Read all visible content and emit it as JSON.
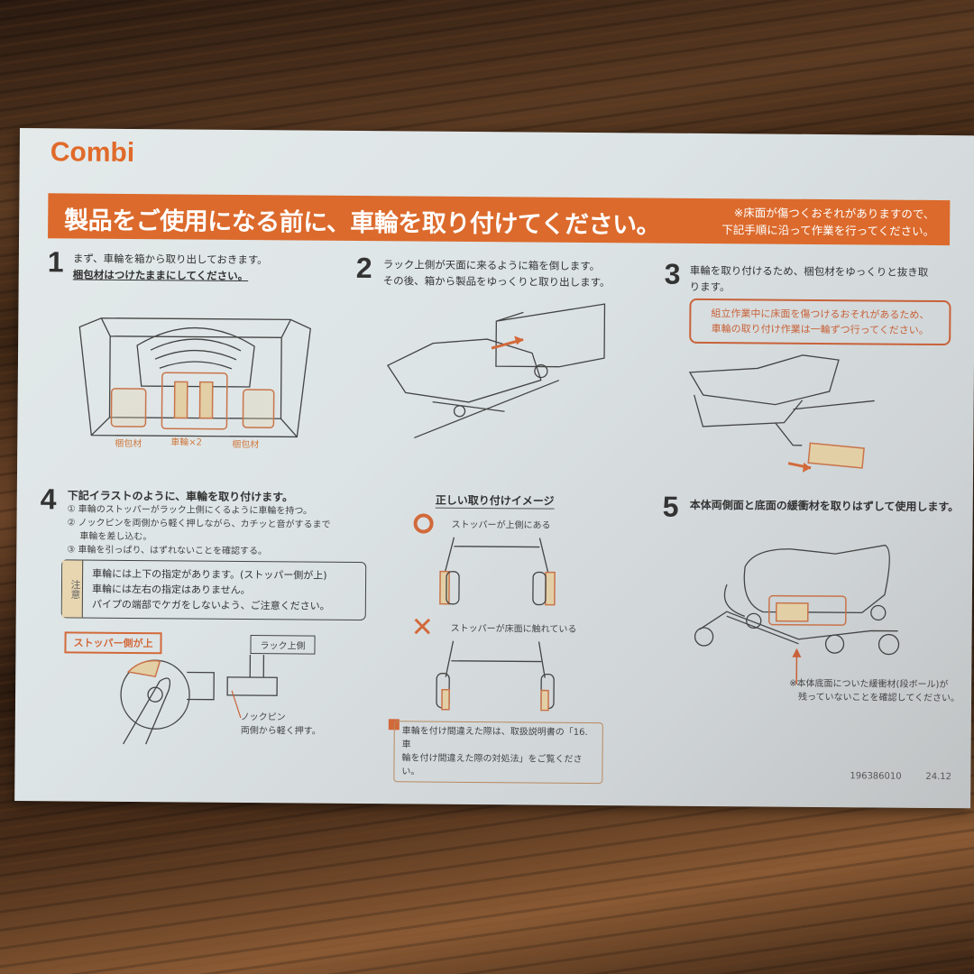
{
  "brand": {
    "logo": "Combi"
  },
  "banner": {
    "title": "製品をご使用になる前に、車輪を取り付けてください。",
    "note_line1": "※床面が傷つくおそれがありますので、",
    "note_line2": "下記手順に沿って作業を行ってください。"
  },
  "step1": {
    "number": "1",
    "line1": "まず、車輪を箱から取り出しておきます。",
    "line2": "梱包材はつけたままにしてください。",
    "labels": {
      "packing_left": "梱包材",
      "wheels": "車輪×2",
      "packing_right": "梱包材"
    }
  },
  "step2": {
    "number": "2",
    "line1": "ラック上側が天面に来るように箱を倒します。",
    "line2": "その後、箱から製品をゆっくりと取り出します。"
  },
  "step3": {
    "number": "3",
    "line1": "車輪を取り付けるため、梱包材をゆっくりと抜き取",
    "line2": "ります。",
    "warning_line1": "組立作業中に床面を傷つけるおそれがあるため、",
    "warning_line2": "車輪の取り付け作業は一輪ずつ行ってください。"
  },
  "step4": {
    "number": "4",
    "title": "下記イラストのように、車輪を取り付けます。",
    "sub1": "① 車輪のストッパーがラック上側にくるように車輪を持つ。",
    "sub2a": "② ノックピンを両側から軽く押しながら、カチッと音がするまで",
    "sub2b": "車輪を差し込む。",
    "sub3": "③ 車輪を引っぱり、はずれないことを確認する。",
    "caution": {
      "label": "注意",
      "line1": "車輪には上下の指定があります。(ストッパー側が上)",
      "line2": "車輪には左右の指定はありません。",
      "line3": "パイプの端部でケガをしないよう、ご注意ください。"
    },
    "tag_stopper": "ストッパー側が上",
    "tag_rack": "ラック上側",
    "knock_pin1": "ノックピン",
    "knock_pin2": "両側から軽く押す。"
  },
  "correct_image": {
    "title": "正しい取り付けイメージ",
    "ok_text": "ストッパーが上側にある",
    "ng_text": "ストッパーが床面に触れている",
    "tip_line1": "車輪を付け間違えた際は、取扱説明書の「16.車",
    "tip_line2": "輪を付け間違えた際の対処法」をご覧ください。"
  },
  "step5": {
    "number": "5",
    "title": "本体両側面と底面の緩衝材を取りはずして使用します。",
    "note_line1": "※本体底面についた緩衝材(段ボール)が",
    "note_line2": "残っていないことを確認してください。"
  },
  "footer": {
    "code": "196386010",
    "date": "24.12"
  },
  "colors": {
    "accent": "#dc6a2c",
    "packing": "#e3cfa6"
  }
}
